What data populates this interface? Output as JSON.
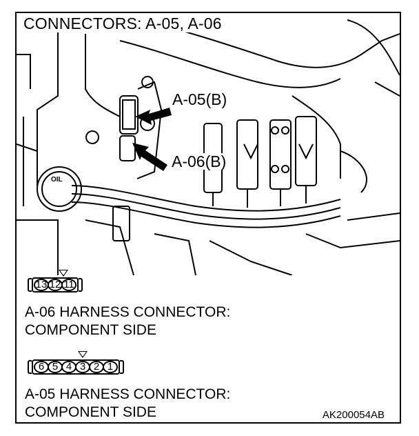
{
  "title": "CONNECTORS: A-05, A-06",
  "callouts": {
    "a05": "A-05(B)",
    "a06": "A-06(B)"
  },
  "engine_badge": "OIL",
  "connector_a06": {
    "pins": [
      "13",
      "12",
      "11"
    ],
    "label_line1": "A-06 HARNESS CONNECTOR:",
    "label_line2": "COMPONENT SIDE"
  },
  "connector_a05": {
    "pins": [
      "6",
      "5",
      "4",
      "3",
      "2",
      "1"
    ],
    "label_line1": "A-05 HARNESS CONNECTOR:",
    "label_line2": "COMPONENT SIDE"
  },
  "reference_code": "AK200054AB"
}
